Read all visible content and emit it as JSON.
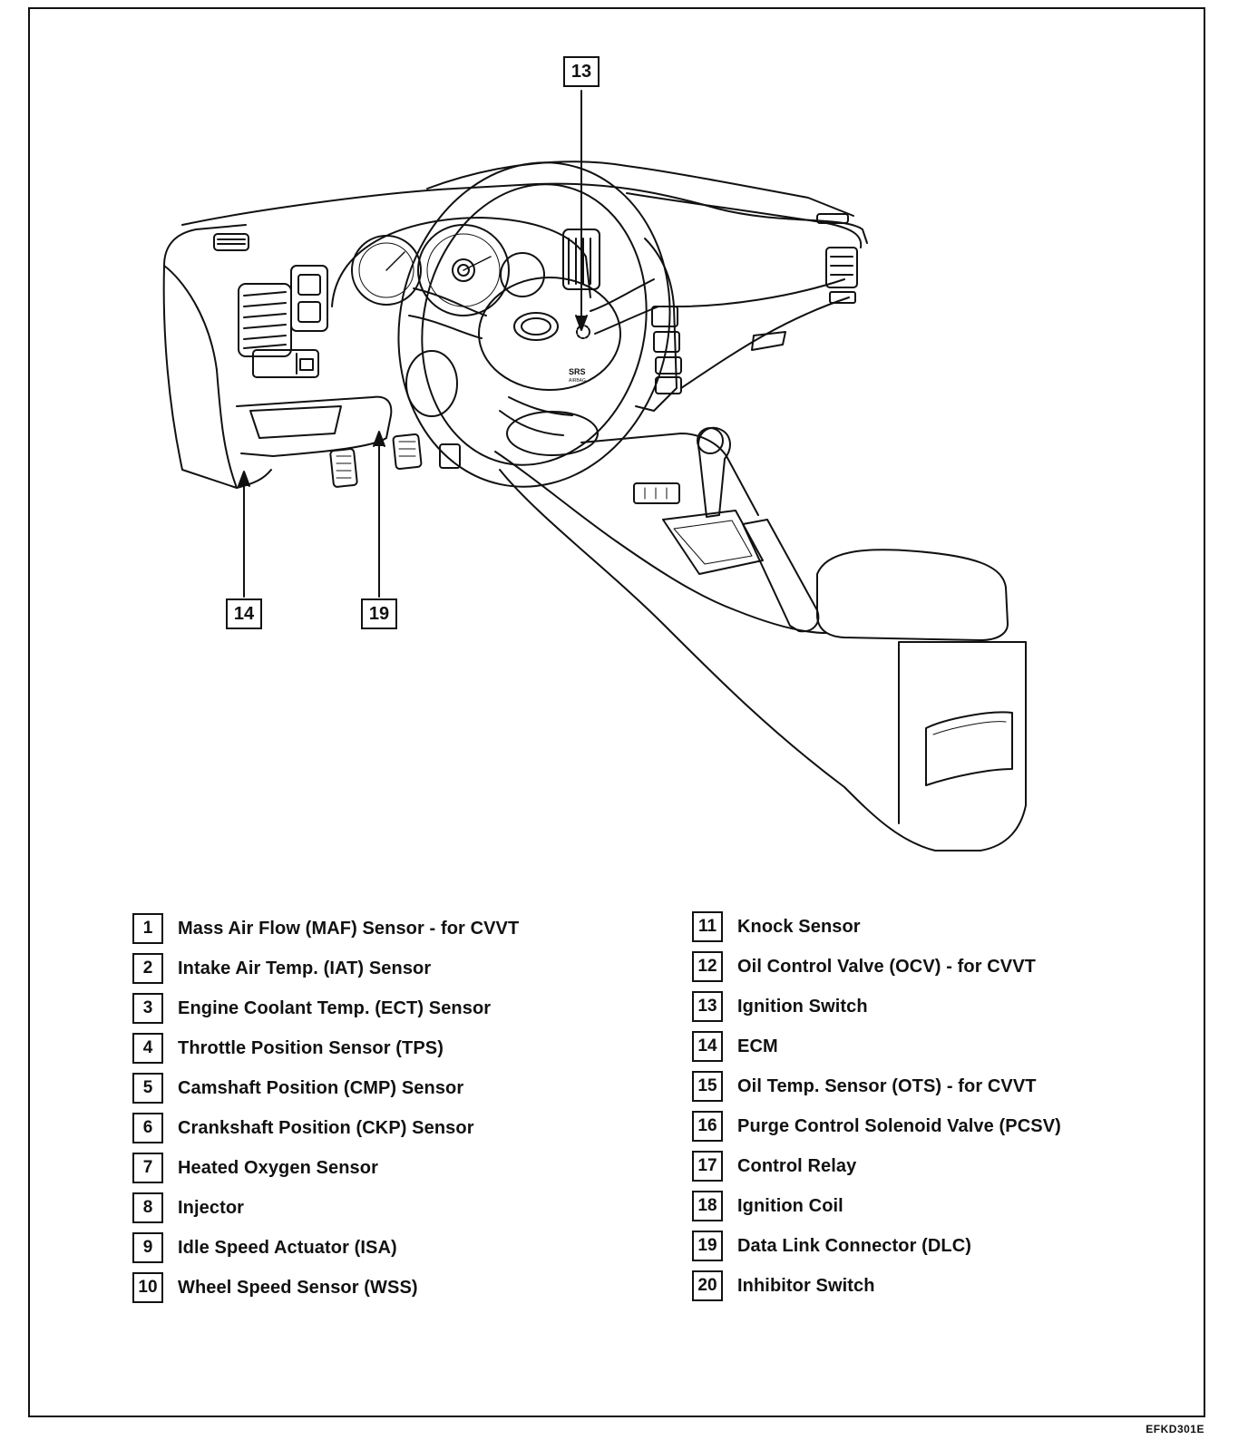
{
  "callouts": [
    {
      "id": "13",
      "label": "13"
    },
    {
      "id": "14",
      "label": "14"
    },
    {
      "id": "19",
      "label": "19"
    }
  ],
  "dashboard_marks": {
    "srs": "SRS",
    "airbag": "AIRBAG"
  },
  "legend": {
    "left": [
      {
        "num": "1",
        "text": "Mass Air Flow (MAF) Sensor - for CVVT"
      },
      {
        "num": "2",
        "text": "Intake Air Temp. (IAT) Sensor"
      },
      {
        "num": "3",
        "text": "Engine Coolant Temp. (ECT) Sensor"
      },
      {
        "num": "4",
        "text": "Throttle Position Sensor (TPS)"
      },
      {
        "num": "5",
        "text": "Camshaft Position (CMP) Sensor"
      },
      {
        "num": "6",
        "text": "Crankshaft Position (CKP) Sensor"
      },
      {
        "num": "7",
        "text": "Heated Oxygen Sensor"
      },
      {
        "num": "8",
        "text": "Injector"
      },
      {
        "num": "9",
        "text": "Idle Speed Actuator (ISA)"
      },
      {
        "num": "10",
        "text": "Wheel Speed Sensor (WSS)"
      }
    ],
    "right": [
      {
        "num": "11",
        "text": "Knock Sensor"
      },
      {
        "num": "12",
        "text": "Oil Control Valve (OCV) - for CVVT"
      },
      {
        "num": "13",
        "text": "Ignition Switch"
      },
      {
        "num": "14",
        "text": "ECM"
      },
      {
        "num": "15",
        "text": "Oil Temp. Sensor (OTS) - for CVVT"
      },
      {
        "num": "16",
        "text": "Purge Control Solenoid Valve (PCSV)"
      },
      {
        "num": "17",
        "text": "Control Relay"
      },
      {
        "num": "18",
        "text": "Ignition Coil"
      },
      {
        "num": "19",
        "text": "Data Link Connector (DLC)"
      },
      {
        "num": "20",
        "text": "Inhibitor Switch"
      }
    ]
  },
  "figure_code": "EFKD301E"
}
